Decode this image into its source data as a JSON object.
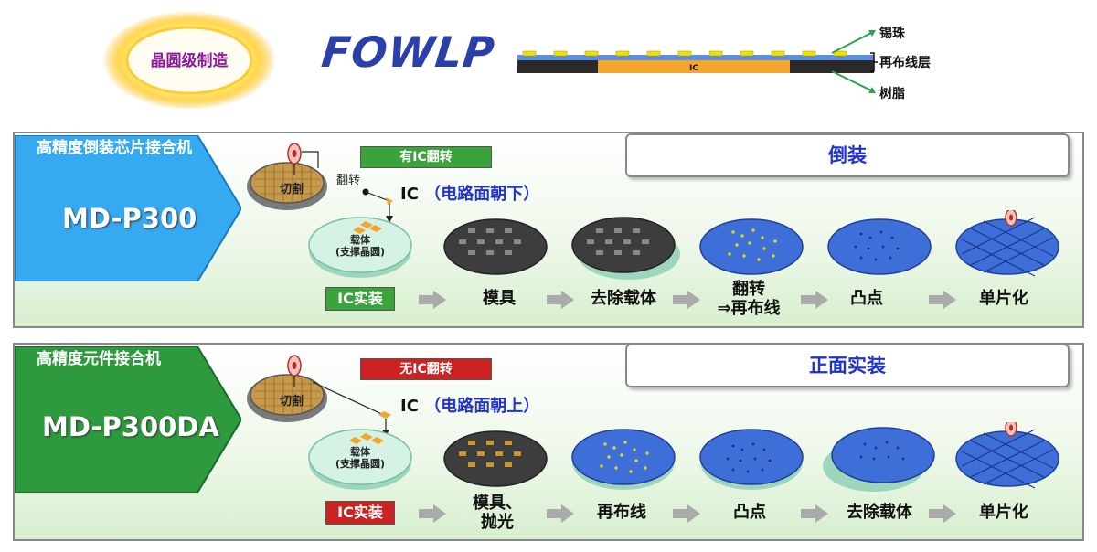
{
  "header": {
    "sun_label": "晶圆级制造",
    "logo": "FOWLP",
    "structure_ic": "IC",
    "labels": [
      "锡珠",
      "再布线层",
      "树脂"
    ]
  },
  "panels": [
    {
      "machine_title": "高精度倒装芯片接合机",
      "machine_model": "MD-P300",
      "machine_color": "#35aaf0",
      "mode": "倒装",
      "flip_badge": "有IC翻转",
      "flip_badge_color": "#3aa33a",
      "ic_label": "IC",
      "ic_orientation": "（电路面朝下）",
      "cut_label": "切割",
      "flip_text": "翻转",
      "carrier_label": "载体",
      "carrier_sub": "(支撑晶圆)",
      "mount_badge": "IC实装",
      "mount_badge_color": "#3aa33a",
      "steps": [
        "模具",
        "去除载体",
        "翻转",
        "⇒再布线",
        "凸点",
        "单片化"
      ]
    },
    {
      "machine_title": "高精度元件接合机",
      "machine_model": "MD-P300DA",
      "machine_color": "#2e9a3e",
      "mode": "正面实装",
      "flip_badge": "无IC翻转",
      "flip_badge_color": "#cc2222",
      "ic_label": "IC",
      "ic_orientation": "（电路面朝上）",
      "cut_label": "切割",
      "carrier_label": "载体",
      "carrier_sub": "(支撑晶圆)",
      "mount_badge": "IC实装",
      "mount_badge_color": "#cc2222",
      "steps": [
        "模具、",
        "抛光",
        "再布线",
        "凸点",
        "去除载体",
        "单片化"
      ]
    }
  ]
}
